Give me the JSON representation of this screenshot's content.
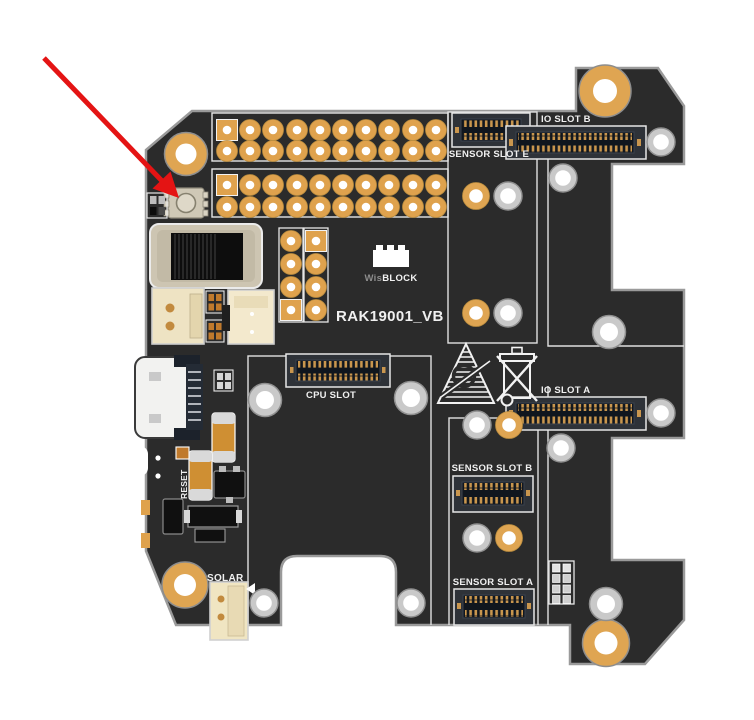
{
  "board": {
    "model": "RAK19001_VB",
    "logo": {
      "prefix": "Wis",
      "suffix": "BLOCK"
    },
    "slot_labels": {
      "sensor_e": "SENSOR SLOT E",
      "io_b": "IO SLOT B",
      "cpu": "CPU SLOT",
      "sensor_b": "SENSOR SLOT B",
      "sensor_a": "SENSOR SLOT A",
      "io_a": "IO SLOT A"
    },
    "component_labels": {
      "reset": "RESET",
      "solar": "SOLAR"
    }
  },
  "annotation": {
    "arrow_color": "#e41414"
  },
  "icons": {
    "esd": "esd-warning-triangle-icon",
    "weee": "crossed-out-wheelie-bin-icon"
  },
  "colors": {
    "board": "#2b2b2b",
    "board_edge": "#9a9a9a",
    "pad_gold": "#dfa24d",
    "hole_gold": "#dfa552",
    "teeth_gold": "#c9964e",
    "connector_navy": "#10161e",
    "beige": "#efe3c4",
    "switch_body": "#cdc5b2",
    "standoff_ring": "#c9c9c9",
    "silkscreen": "#f0f0f0",
    "arrow_red": "#e41414"
  }
}
